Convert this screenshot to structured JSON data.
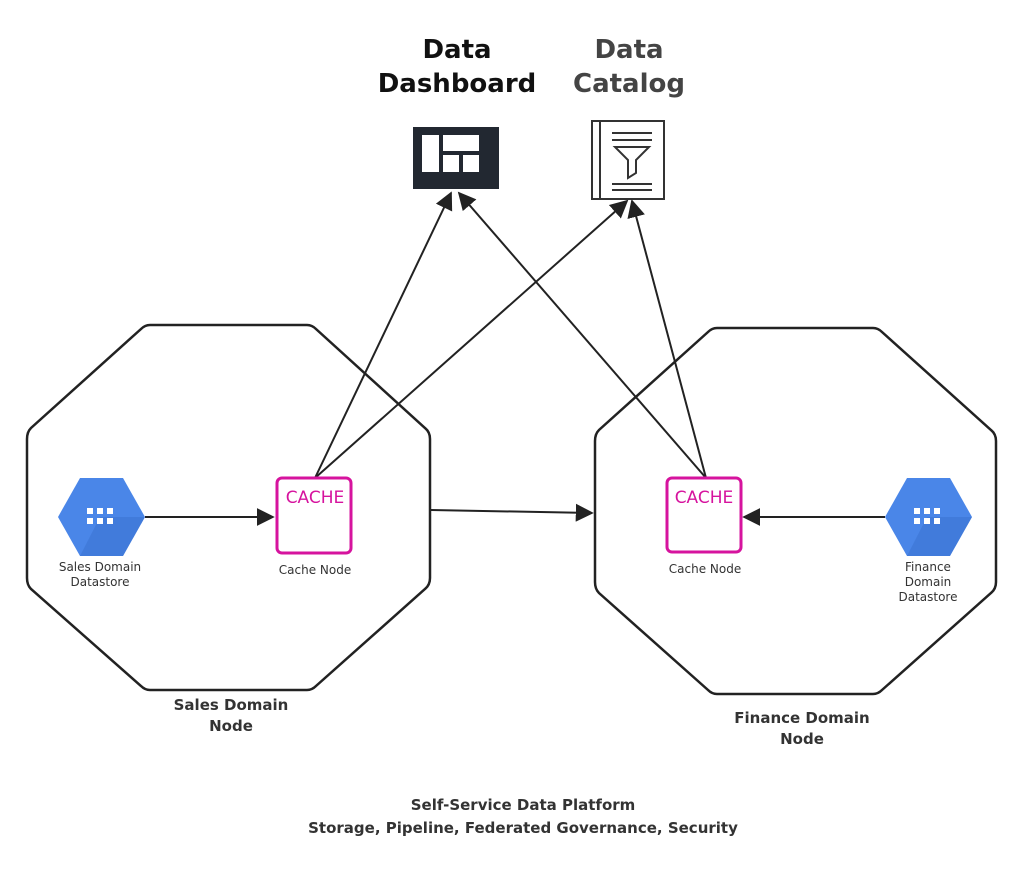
{
  "top": {
    "dashboard": {
      "line1": "Data",
      "line2": "Dashboard"
    },
    "catalog": {
      "line1": "Data",
      "line2": "Catalog"
    }
  },
  "sales": {
    "node_label_1": "Sales Domain",
    "node_label_2": "Node",
    "datastore_label_1": "Sales Domain",
    "datastore_label_2": "Datastore",
    "cache_text": "CACHE",
    "cache_label": "Cache Node"
  },
  "finance": {
    "node_label_1": "Finance Domain",
    "node_label_2": "Node",
    "datastore_label_1": "Finance",
    "datastore_label_2": "Domain",
    "datastore_label_3": "Datastore",
    "cache_text": "CACHE",
    "cache_label": "Cache Node"
  },
  "footer": {
    "line1": "Self-Service Data Platform",
    "line2": "Storage, Pipeline, Federated Governance, Security"
  },
  "colors": {
    "cache_magenta": "#d6139e",
    "datastore_blue": "#4a86e8",
    "dashboard_dark": "#222831",
    "outline": "#222222"
  }
}
